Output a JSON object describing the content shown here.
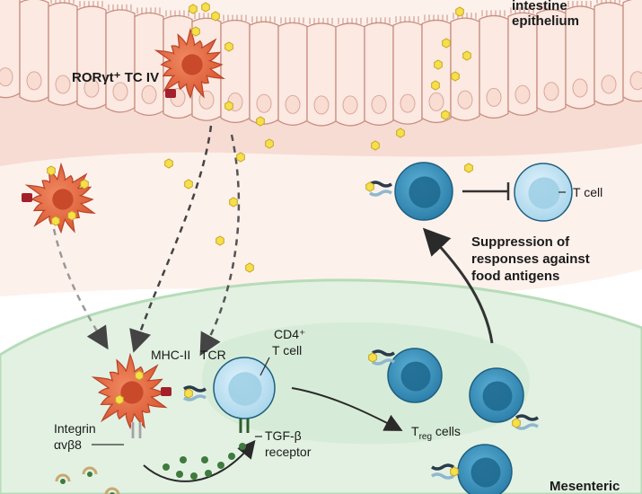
{
  "labels": {
    "epithelium_line1": "intestine",
    "epithelium_line2": "epithelium",
    "roryt_tc": "RORγt⁺ TC IV",
    "t_cell": "T cell",
    "suppression_line1": "Suppression of",
    "suppression_line2": "responses against",
    "suppression_line3": "food antigens",
    "cd4_line1": "CD4⁺",
    "cd4_line2": "T cell",
    "mhc": "MHC-II",
    "tcr": "TCR",
    "integrin_line1": "Integrin",
    "integrin_line2": "αvβ8",
    "tgfb_line1": "TGF-β",
    "tgfb_line2": "receptor",
    "treg_main": "T",
    "treg_sub": "reg",
    "treg_rest": " cells",
    "mesenteric": "Mesenteric"
  },
  "colors": {
    "lamina": "#f6d8cf",
    "lymph_node": "#e2f1e2",
    "lymph_node_edge": "#b6dcb8",
    "epithelial_cell": "#fbe9e2",
    "dendritic_cell": "#e8724e",
    "antigen": "#f6e04a",
    "t_cell_blue": "#3d8fb8",
    "t_cell_light": "#bfe0f0",
    "tgfb_green": "#3f7a3f"
  }
}
